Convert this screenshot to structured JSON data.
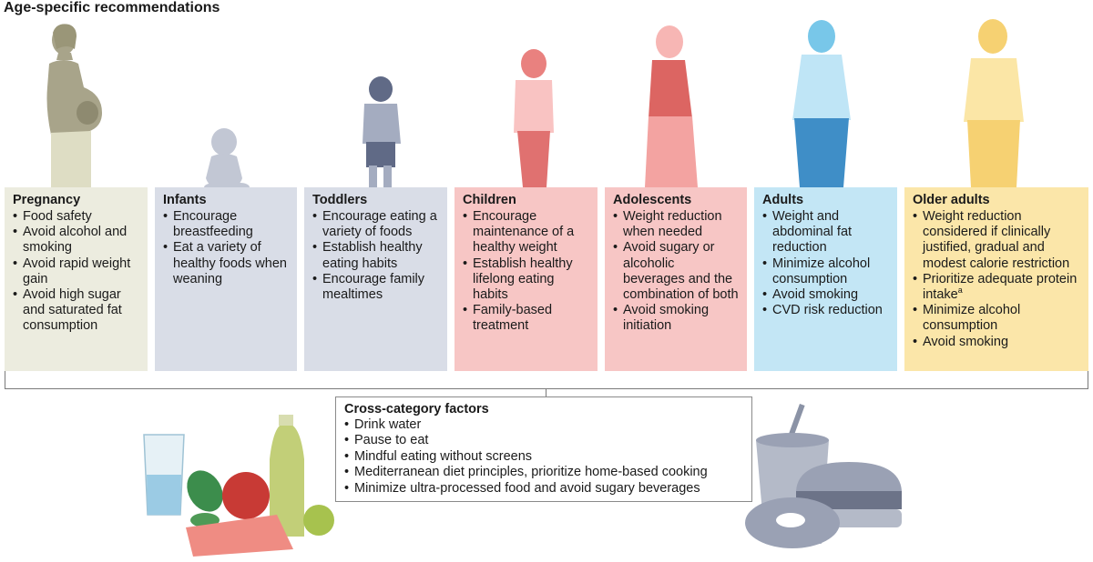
{
  "title": "Age-specific recommendations",
  "colors": {
    "pregnancy_panel": "#ececdf",
    "infants_panel": "#d9dde7",
    "toddlers_panel": "#d9dde7",
    "children_panel": "#f7c6c5",
    "adolescents_panel": "#f7c6c5",
    "adults_panel": "#c3e6f5",
    "older_adults_panel": "#fbe6a9"
  },
  "stages": [
    {
      "id": "pregnancy",
      "title": "Pregnancy",
      "items": [
        "Food safety",
        "Avoid alcohol and smoking",
        "Avoid rapid weight gain",
        "Avoid high sugar and saturated fat consumption"
      ]
    },
    {
      "id": "infants",
      "title": "Infants",
      "items": [
        "Encourage breastfeeding",
        "Eat a variety of healthy foods when weaning"
      ]
    },
    {
      "id": "toddlers",
      "title": "Toddlers",
      "items": [
        "Encourage eating a variety of foods",
        "Establish healthy eating habits",
        "Encourage family mealtimes"
      ]
    },
    {
      "id": "children",
      "title": "Children",
      "items": [
        "Encourage maintenance of a healthy weight",
        "Establish healthy lifelong eating habits",
        "Family-based treatment"
      ]
    },
    {
      "id": "adolescents",
      "title": "Adolescents",
      "items": [
        "Weight reduction when needed",
        "Avoid sugary or alcoholic beverages and the combination of both",
        "Avoid smoking initiation"
      ]
    },
    {
      "id": "adults",
      "title": "Adults",
      "items": [
        "Weight and abdominal fat reduction",
        "Minimize alcohol consumption",
        "Avoid smoking",
        "CVD risk reduction"
      ]
    },
    {
      "id": "older-adults",
      "title": "Older adults",
      "items": [
        "Weight reduction considered if clinically justified, gradual and modest calorie restriction",
        "Prioritize adequate protein intake",
        "Minimize alcohol consumption",
        "Avoid smoking"
      ],
      "footnote": "a"
    }
  ],
  "cross": {
    "title": "Cross-category factors",
    "items": [
      "Drink water",
      "Pause to eat",
      "Mindful eating without screens",
      "Mediterranean diet principles, prioritize home-based cooking",
      "Minimize ultra-processed food and avoid sugary beverages"
    ]
  }
}
